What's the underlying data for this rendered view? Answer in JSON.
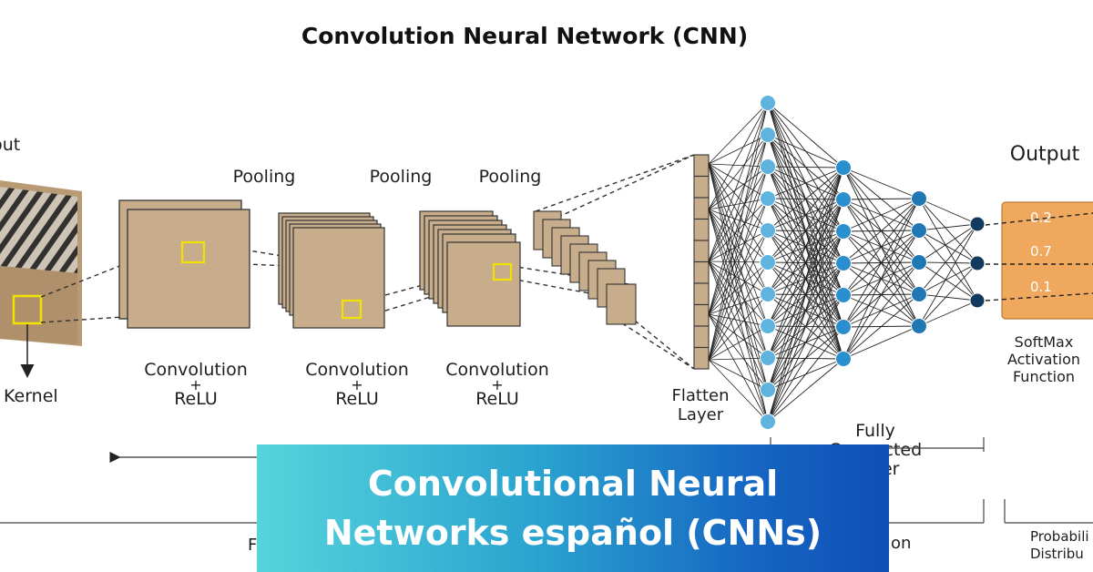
{
  "diagram": {
    "title": "Convolution  Neural  Network (CNN)",
    "input_label": "Input",
    "kernel_label": "Kernel",
    "pooling_labels": [
      "Pooling",
      "Pooling",
      "Pooling"
    ],
    "conv_labels": [
      {
        "line1": "Convolution",
        "plus": "+",
        "line2": "ReLU"
      },
      {
        "line1": "Convolution",
        "plus": "+",
        "line2": "ReLU"
      },
      {
        "line1": "Convolution",
        "plus": "+",
        "line2": "ReLU"
      }
    ],
    "flatten_label": {
      "line1": "Flatten",
      "line2": "Layer"
    },
    "fc_label": {
      "line1": "Fully",
      "line2": "Connected",
      "line3": "Layer"
    },
    "output_label": "Output",
    "output_values": [
      "0.2",
      "0.7",
      "0.1"
    ],
    "softmax_label": {
      "line1": "SoftMax",
      "line2": "Activation",
      "line3": "Function"
    },
    "bottom_fragments": {
      "left": "F",
      "middle": "on",
      "right1": "Probabili",
      "right2": "Distribu"
    },
    "colors": {
      "feature_map": "#c8ad8d",
      "light_node": "#5fb3df",
      "mid_node": "#1f77b4",
      "dark_node": "#123a5e",
      "softmax_box": "#f0a85f",
      "kernel_box": "#f2e200"
    }
  },
  "banner": {
    "line1": "Convolutional Neural",
    "line2": "Networks español (CNNs)"
  }
}
